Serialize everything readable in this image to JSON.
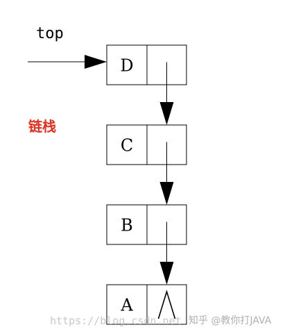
{
  "pointer_label": "top",
  "title": "链栈",
  "nodes": [
    {
      "label": "D",
      "next": "pointer"
    },
    {
      "label": "C",
      "next": "pointer"
    },
    {
      "label": "B",
      "next": "pointer"
    },
    {
      "label": "A",
      "next": "null"
    }
  ],
  "null_symbol": "⋀",
  "watermark": {
    "url": "https://blog.csdn.net",
    "author": "知乎 @教你打JAVA"
  },
  "colors": {
    "title": "#e8301e",
    "line": "#000000",
    "watermark": "#c8c8c8"
  }
}
